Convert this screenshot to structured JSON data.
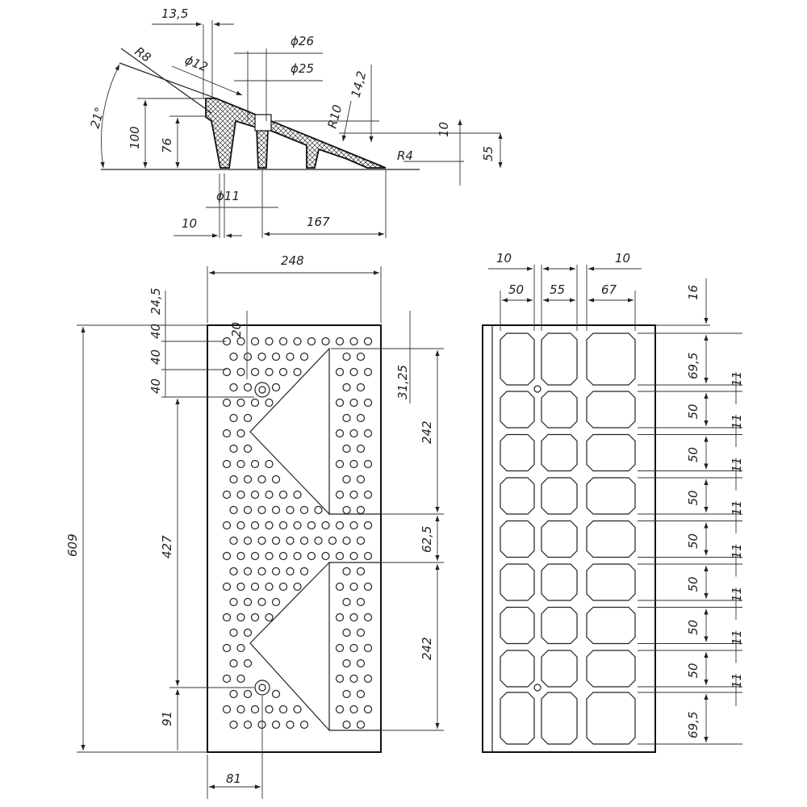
{
  "side_view": {
    "d135": "13,5",
    "d26": "ϕ26",
    "d25": "ϕ25",
    "r8": "R8",
    "d12": "ϕ12",
    "a21": "21°",
    "h100": "100",
    "h76": "76",
    "d142": "14,2",
    "r10": "R10",
    "h10": "10",
    "h55": "55",
    "r4": "R4",
    "d11": "ϕ11",
    "w10": "10",
    "w167": "167"
  },
  "plan_view": {
    "w248": "248",
    "d245": "24,5",
    "d20": "20",
    "d40a": "40",
    "d40b": "40",
    "d40c": "40",
    "d3125": "31,25",
    "d242a": "242",
    "d625": "62,5",
    "d242b": "242",
    "h609": "609",
    "h427": "427",
    "d91": "91",
    "w81": "81"
  },
  "bottom_view": {
    "w10a": "10",
    "w10b": "10",
    "w50": "50",
    "w55": "55",
    "w67": "67",
    "h16": "16",
    "h695a": "69,5",
    "h50": [
      "50",
      "50",
      "50",
      "50",
      "50",
      "50"
    ],
    "h11": [
      "11",
      "11",
      "11",
      "11",
      "11",
      "11",
      "11",
      "11"
    ],
    "h695b": "69,5"
  }
}
